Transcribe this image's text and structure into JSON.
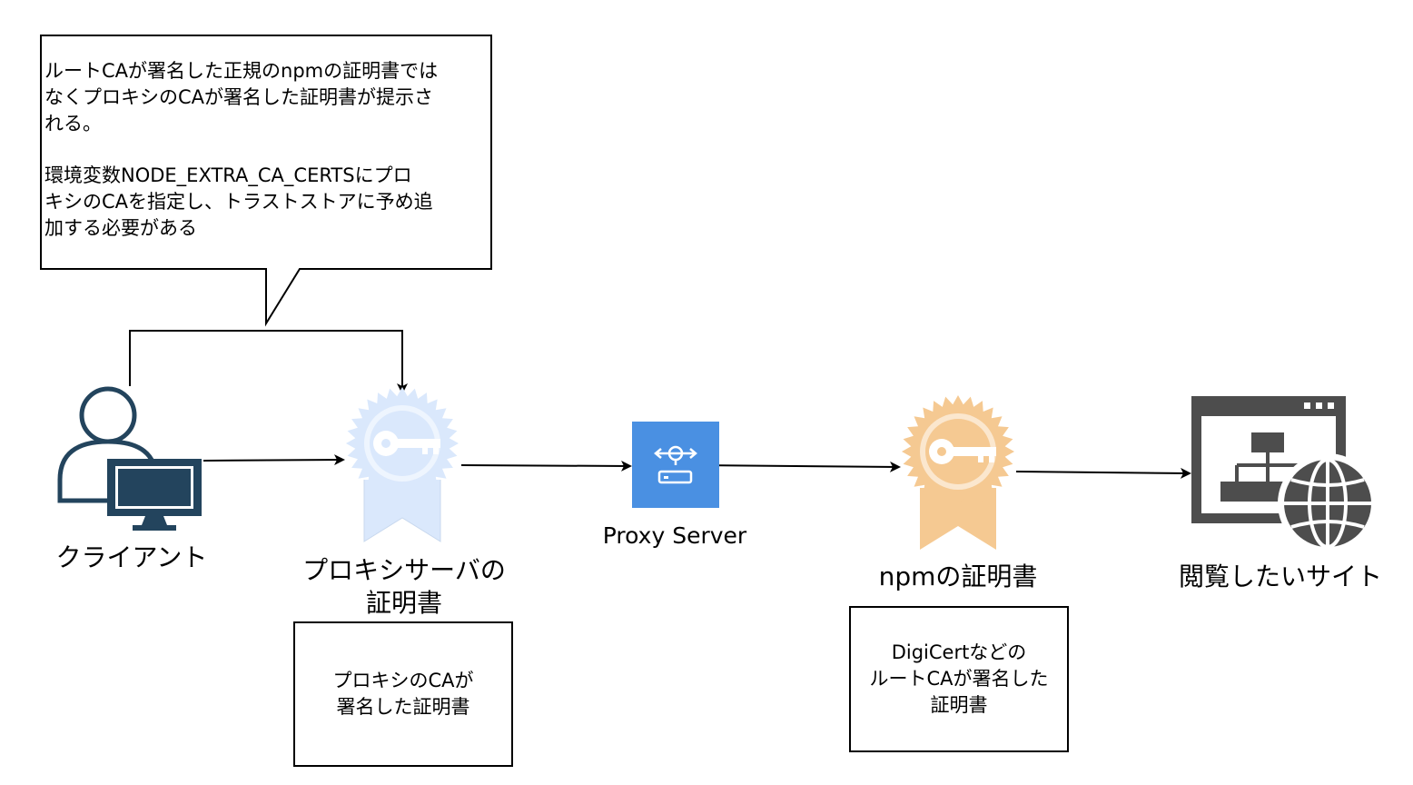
{
  "callout": {
    "paragraph1": "ルートCAが署名した正規のnpmの証明書では\nなくプロキシのCAが署名した証明書が提示さ\nれる。",
    "paragraph2": "環境変数NODE_EXTRA_CA_CERTSにプロ\nキシのCAを指定し、トラストストアに予め追\n加する必要がある"
  },
  "nodes": {
    "client": {
      "label": "クライアント",
      "icon": "user-computer-icon"
    },
    "proxy_cert": {
      "label": "プロキシサーバの\n証明書",
      "icon": "certificate-icon",
      "color": "#dae8fc",
      "note": "プロキシのCAが\n署名した証明書"
    },
    "proxy_server": {
      "label": "Proxy Server",
      "icon": "proxy-server-icon",
      "color": "#4a90e2"
    },
    "npm_cert": {
      "label": "npmの証明書",
      "icon": "certificate-icon",
      "color": "#f5c992",
      "note": "DigiCertなどの\nルートCAが署名した\n証明書"
    },
    "target_site": {
      "label": "閲覧したいサイト",
      "icon": "website-icon",
      "color": "#4d4d4d"
    }
  }
}
